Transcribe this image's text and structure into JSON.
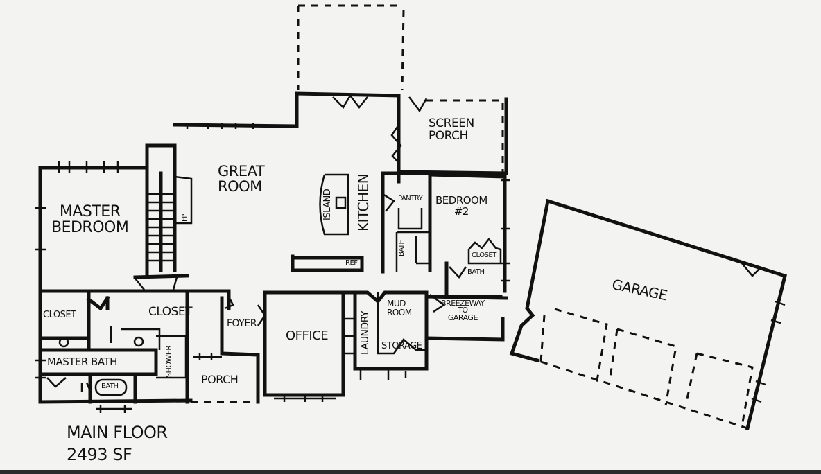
{
  "plan": {
    "title": "MAIN FLOOR",
    "area": "2493 SF",
    "rooms": {
      "great_room": "GREAT\nROOM",
      "master_bedroom": "MASTER\nBEDROOM",
      "kitchen": "KITCHEN",
      "island": "ISLAND",
      "ref": "REF",
      "pantry": "PANTRY",
      "bedroom2": "BEDROOM\n#2",
      "bath_small": "BATH",
      "bath2": "BATH",
      "closet_bed2": "CLOSET",
      "screen_porch": "SCREEN\nPORCH",
      "closet_left": "CLOSET",
      "closet_center": "CLOSET",
      "foyer": "FOYER",
      "master_bath": "MASTER BATH",
      "tub": "BATH",
      "shower": "SHOWER",
      "porch": "PORCH",
      "office": "OFFICE",
      "laundry": "LAUNDRY",
      "mud_room": "MUD\nROOM",
      "storage": "STORAGE",
      "breezeway": "BREEZEWAY\nTO\nGARAGE",
      "garage": "GARAGE",
      "fireplace": "FP"
    }
  }
}
